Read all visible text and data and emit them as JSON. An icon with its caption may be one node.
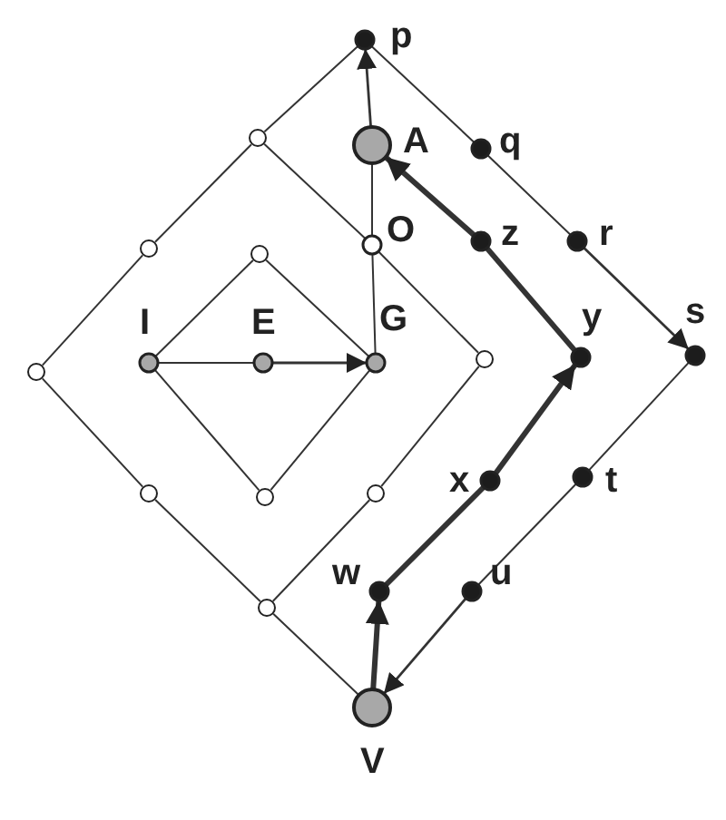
{
  "diagram": {
    "nodes": [
      {
        "text": [
          "p"
        ]
      },
      {
        "text": [],
        "shape": "circle"
      },
      {
        "text": [
          "A"
        ]
      },
      {
        "text": [
          "q"
        ]
      },
      {
        "text": [],
        "shape": "circle"
      },
      {
        "text": [
          "O"
        ]
      },
      {
        "text": [
          "z"
        ]
      },
      {
        "text": [
          "r"
        ]
      },
      {
        "text": [],
        "shape": "circle"
      },
      {
        "text": [],
        "shape": "circle"
      },
      {
        "text": [
          "I"
        ]
      },
      {
        "text": [
          "E"
        ]
      },
      {
        "text": [
          "G"
        ]
      },
      {
        "text": [],
        "shape": "circle"
      },
      {
        "text": [
          "y"
        ]
      },
      {
        "text": [
          "s"
        ]
      },
      {
        "text": [
          "x"
        ]
      },
      {
        "text": [
          "t"
        ]
      },
      {
        "text": [],
        "shape": "circle"
      },
      {
        "text": [],
        "shape": "circle"
      },
      {
        "text": [],
        "shape": "circle"
      },
      {
        "text": [
          "w"
        ]
      },
      {
        "text": [
          "u"
        ]
      },
      {
        "text": [],
        "shape": "circle"
      },
      {
        "text": [
          "V"
        ]
      }
    ],
    "edges": [
      {
        "from": 0,
        "to": 1,
        "arrow": "none"
      },
      {
        "from": 1,
        "to": 4,
        "arrow": "none"
      },
      {
        "from": 4,
        "to": 9,
        "arrow": "none"
      },
      {
        "from": 9,
        "to": 18,
        "arrow": "none"
      },
      {
        "from": 18,
        "to": 23,
        "arrow": "none"
      },
      {
        "from": 23,
        "to": 24,
        "arrow": "none"
      },
      {
        "from": 0,
        "to": 3,
        "arrow": "none"
      },
      {
        "from": 3,
        "to": 7,
        "arrow": "none"
      },
      {
        "from": 7,
        "to": 15,
        "arrow": "to"
      },
      {
        "from": 15,
        "to": 17,
        "arrow": "none"
      },
      {
        "from": 17,
        "to": 22,
        "arrow": "none"
      },
      {
        "from": 22,
        "to": 24,
        "arrow": "to"
      },
      {
        "from": 1,
        "to": 5,
        "arrow": "none"
      },
      {
        "from": 5,
        "to": 13,
        "arrow": "none"
      },
      {
        "from": 13,
        "to": 20,
        "arrow": "none"
      },
      {
        "from": 20,
        "to": 23,
        "arrow": "none"
      },
      {
        "from": 8,
        "to": 12,
        "arrow": "none"
      },
      {
        "from": 12,
        "to": 19,
        "arrow": "none"
      },
      {
        "from": 19,
        "to": 10,
        "arrow": "none"
      },
      {
        "from": 10,
        "to": 8,
        "arrow": "none"
      },
      {
        "from": 10,
        "to": 11,
        "arrow": "none"
      },
      {
        "from": 11,
        "to": 12,
        "arrow": "to"
      },
      {
        "from": 12,
        "to": 5,
        "arrow": "none"
      },
      {
        "from": 5,
        "to": 2,
        "arrow": "none"
      },
      {
        "from": 2,
        "to": 0,
        "arrow": "to"
      },
      {
        "from": 24,
        "to": 21,
        "arrow": "to",
        "style": "thick"
      },
      {
        "from": 21,
        "to": 16,
        "arrow": "none",
        "style": "thick"
      },
      {
        "from": 16,
        "to": 14,
        "arrow": "to",
        "style": "thick"
      },
      {
        "from": 14,
        "to": 6,
        "arrow": "none",
        "style": "thick"
      },
      {
        "from": 6,
        "to": 2,
        "arrow": "to",
        "style": "thick"
      }
    ]
  }
}
